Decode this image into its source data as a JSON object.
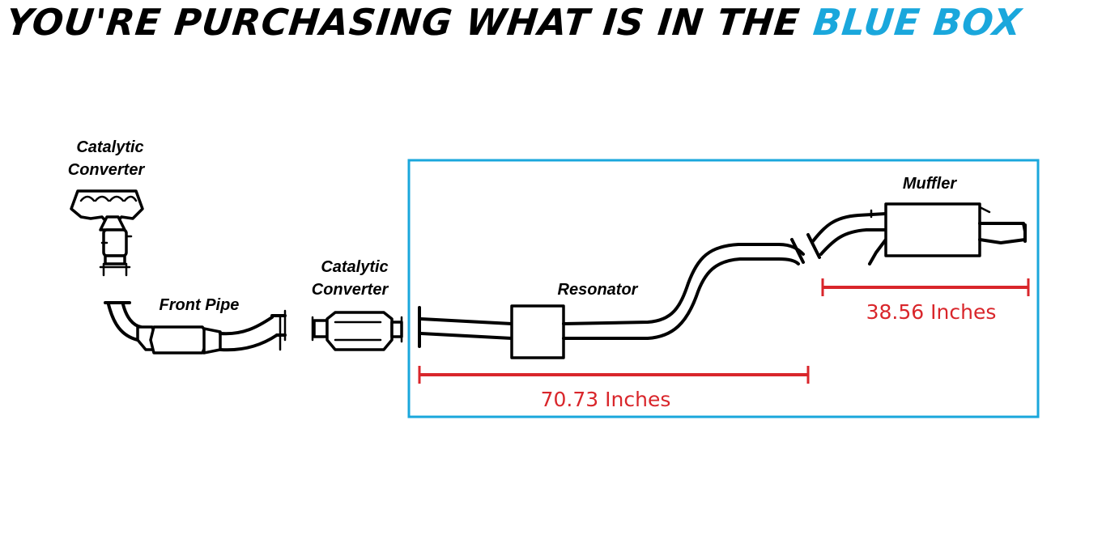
{
  "headline": {
    "prefix": "YOU'RE PURCHASING WHAT IS IN THE ",
    "accent": "BLUE BOX"
  },
  "labels": {
    "manifold_cat_line1": "Catalytic",
    "manifold_cat_line2": "Converter",
    "front_pipe": "Front Pipe",
    "cat_line1": "Catalytic",
    "cat_line2": "Converter",
    "resonator": "Resonator",
    "muffler": "Muffler"
  },
  "dimensions": {
    "resonator_section": "70.73 Inches",
    "muffler_section": "38.56 Inches"
  },
  "colors": {
    "accent_blue": "#1aa7dc",
    "dimension_red": "#d9262b",
    "text": "#000000"
  }
}
